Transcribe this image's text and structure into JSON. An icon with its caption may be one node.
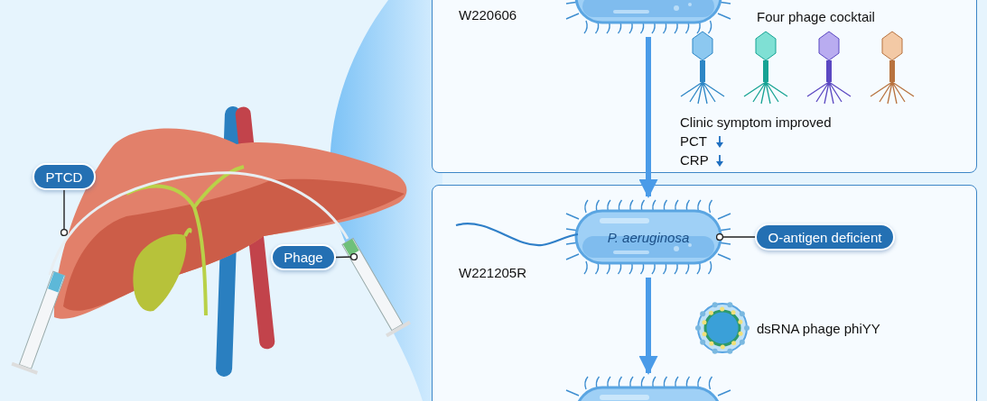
{
  "diagram": {
    "nodes": [
      {
        "text": [],
        "shape": "box"
      },
      {
        "text": [],
        "shape": "picture",
        "in": 0
      },
      {
        "text": [],
        "shape": "box"
      },
      {
        "text": [
          "P. aeruginosa"
        ],
        "in": 2
      },
      {
        "text": [
          "O-antigen deficient"
        ],
        "in": 2
      },
      {
        "text": [],
        "shape": "picture",
        "in": 2
      },
      {
        "text": [
          "PTCD"
        ]
      },
      {
        "text": [
          "Phage"
        ]
      }
    ],
    "edges": [
      {
        "from": 1,
        "to": 3,
        "arrow": "to",
        "style": "thick",
        "color": "#4a9be8"
      },
      {
        "from": 3,
        "to": 5,
        "arrow": "to",
        "style": "thick",
        "color": "#4a9be8"
      },
      {
        "from": 4,
        "to": 3,
        "arrow": "other"
      },
      {
        "from": 6,
        "to": null,
        "arrow": "other"
      },
      {
        "from": 7,
        "to": null,
        "arrow": "other"
      }
    ],
    "labels": [
      "W220606",
      "Four phage cocktail",
      "Clinic symptom improved",
      "PCT",
      "CRP",
      "W221205R",
      "dsRNA phage phiYY"
    ]
  }
}
